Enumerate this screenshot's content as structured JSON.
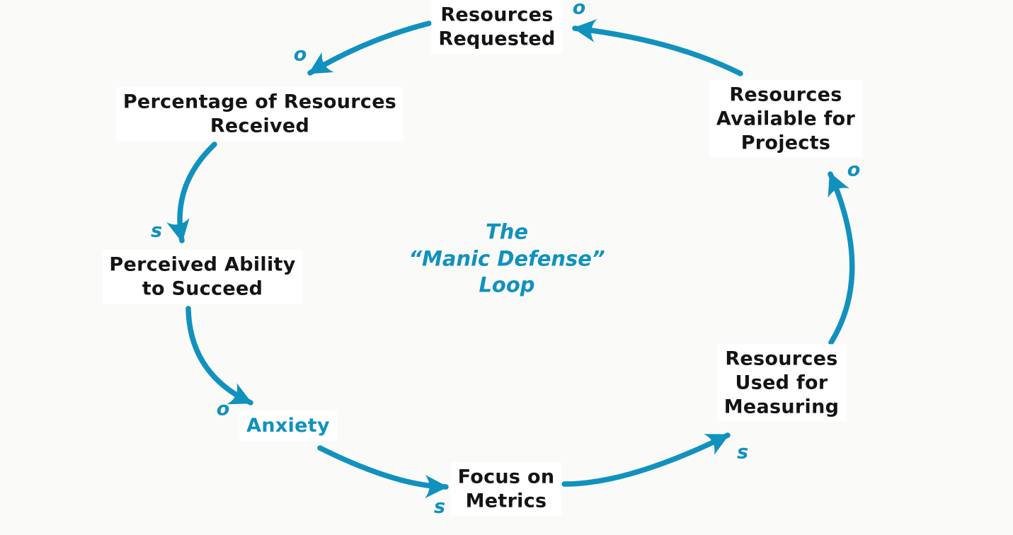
{
  "colors": {
    "accent": "#1191BE",
    "text": "#141414",
    "background": "#fafaf8",
    "node_background": "#ffffff"
  },
  "diagram": {
    "title": "The\n“Manic Defense”\nLoop"
  },
  "nodes": {
    "resources_requested": {
      "label": "Resources\nRequested"
    },
    "percentage_received": {
      "label": "Percentage of Resources\nReceived"
    },
    "perceived_ability": {
      "label": "Perceived Ability\nto Succeed"
    },
    "anxiety": {
      "label": "Anxiety"
    },
    "focus_metrics": {
      "label": "Focus on\nMetrics"
    },
    "resources_used": {
      "label": "Resources\nUsed for\nMeasuring"
    },
    "resources_available": {
      "label": "Resources\nAvailable for\nProjects"
    }
  },
  "polarity": {
    "requested_to_percentage": "o",
    "percentage_to_perceived": "s",
    "perceived_to_anxiety": "o",
    "anxiety_to_focus": "s",
    "focus_to_used": "s",
    "used_to_available": "o",
    "available_to_requested": "o"
  }
}
